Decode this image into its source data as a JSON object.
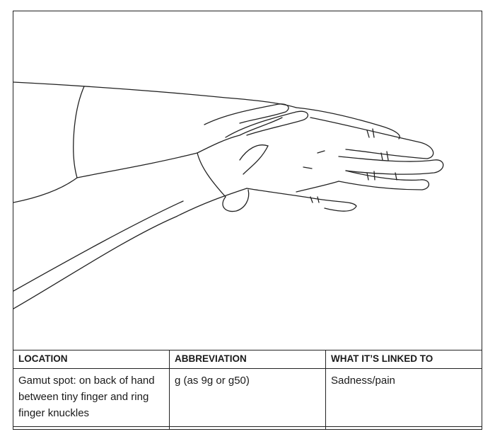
{
  "table": {
    "headers": [
      "LOCATION",
      "ABBREVIATION",
      "WHAT IT’S LINKED TO"
    ],
    "rows": [
      [
        "Gamut spot: on back of hand between tiny finger and ring finger knuckles",
        "g (as 9g or g50)",
        "Sadness/pain"
      ]
    ]
  }
}
